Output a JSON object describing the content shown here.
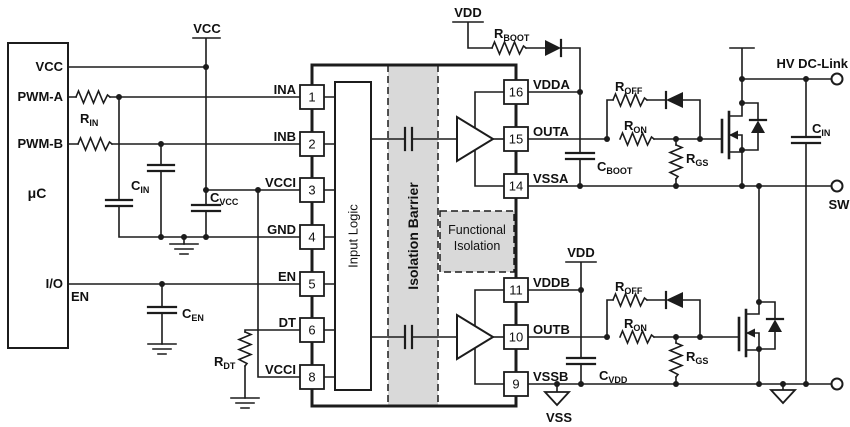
{
  "schematic": {
    "nets": {
      "vcc": "VCC",
      "vdd": "VDD",
      "vss": "VSS",
      "en": "EN",
      "hv_dc_link": "HV DC-Link",
      "sw": "SW"
    },
    "mcu": {
      "name": "μC",
      "pin_vcc": "VCC",
      "pin_pwma": "PWM-A",
      "pin_pwmb": "PWM-B",
      "pin_io": "I/O"
    },
    "ic": {
      "input_logic": "Input Logic",
      "isolation_barrier": "Isolation Barrier",
      "functional_isolation_line1": "Functional",
      "functional_isolation_line2": "Isolation",
      "pins": {
        "p1": {
          "num": "1",
          "name": "INA"
        },
        "p2": {
          "num": "2",
          "name": "INB"
        },
        "p3": {
          "num": "3",
          "name": "VCCI"
        },
        "p4": {
          "num": "4",
          "name": "GND"
        },
        "p5": {
          "num": "5",
          "name": "EN"
        },
        "p6": {
          "num": "6",
          "name": "DT"
        },
        "p8": {
          "num": "8",
          "name": "VCCI"
        },
        "p16": {
          "num": "16",
          "name": "VDDA"
        },
        "p15": {
          "num": "15",
          "name": "OUTA"
        },
        "p14": {
          "num": "14",
          "name": "VSSA"
        },
        "p11": {
          "num": "11",
          "name": "VDDB"
        },
        "p10": {
          "num": "10",
          "name": "OUTB"
        },
        "p9": {
          "num": "9",
          "name": "VSSB"
        }
      }
    },
    "components": {
      "r_in": {
        "ref": "R",
        "sub": "IN"
      },
      "c_in": {
        "ref": "C",
        "sub": "IN"
      },
      "c_vcc": {
        "ref": "C",
        "sub": "VCC"
      },
      "c_en": {
        "ref": "C",
        "sub": "EN"
      },
      "r_dt": {
        "ref": "R",
        "sub": "DT"
      },
      "r_boot": {
        "ref": "R",
        "sub": "BOOT"
      },
      "c_boot": {
        "ref": "C",
        "sub": "BOOT"
      },
      "r_off": {
        "ref": "R",
        "sub": "OFF"
      },
      "r_on": {
        "ref": "R",
        "sub": "ON"
      },
      "r_gs": {
        "ref": "R",
        "sub": "GS"
      },
      "c_vdd": {
        "ref": "C",
        "sub": "VDD"
      }
    },
    "colors": {
      "line": "#1c1c1c",
      "isolation_fill": "#d9d9d9",
      "background": "#ffffff"
    }
  }
}
